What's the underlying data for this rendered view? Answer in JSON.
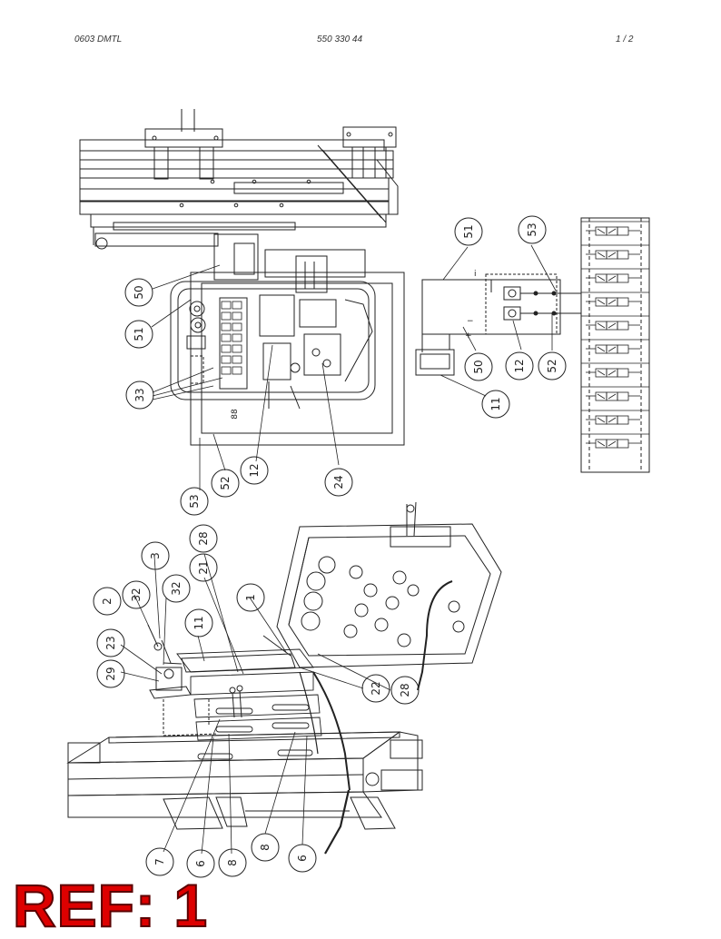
{
  "header": {
    "left": "0603 DMTL",
    "center": "550 330 44",
    "right": "1 /   2"
  },
  "balloons": {
    "b50a": "50",
    "b51a": "51",
    "b33": "33",
    "b12a": "12",
    "b24": "24",
    "b52a": "52",
    "b53a": "53",
    "b88": "88",
    "b51b": "51",
    "b53b": "53",
    "b50b": "50",
    "b12b": "12",
    "b52b": "52",
    "b11a": "11",
    "b28a": "28",
    "b3": "3",
    "b21": "21",
    "b32a": "32",
    "b32b": "32",
    "b2": "2",
    "b1": "1",
    "b11b": "11",
    "b23": "23",
    "b29": "29",
    "b22": "22",
    "b28b": "28",
    "b7": "7",
    "b6a": "6",
    "b8a": "8",
    "b8b": "8",
    "b6b": "6"
  },
  "schematic": {
    "plus": "+",
    "minus": "−",
    "i": "i"
  },
  "ref_label": "REF: 1"
}
